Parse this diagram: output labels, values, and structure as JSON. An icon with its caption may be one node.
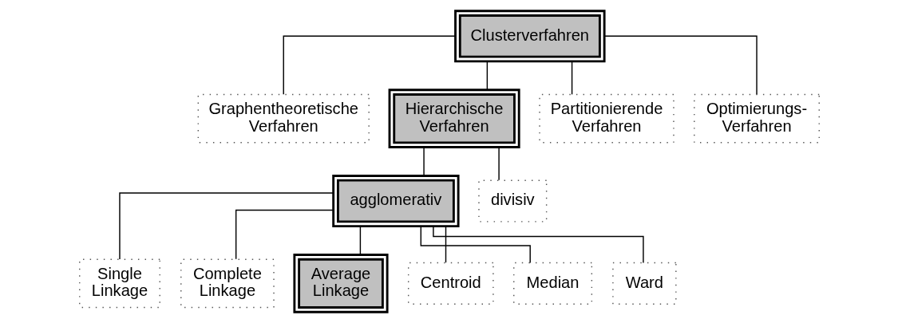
{
  "diagram": {
    "nodes": [
      {
        "text": [
          "Clusterverfahren"
        ]
      },
      {
        "text": [
          "Graphentheoretische Verfahren"
        ]
      },
      {
        "text": [
          "Hierarchische Verfahren"
        ]
      },
      {
        "text": [
          "Partitionierende Verfahren"
        ]
      },
      {
        "text": [
          "Optimierungs- Verfahren"
        ]
      },
      {
        "text": [
          "agglomerativ"
        ]
      },
      {
        "text": [
          "divisiv"
        ]
      },
      {
        "text": [
          "Single Linkage"
        ]
      },
      {
        "text": [
          "Complete Linkage"
        ]
      },
      {
        "text": [
          "Average Linkage"
        ]
      },
      {
        "text": [
          "Centroid"
        ]
      },
      {
        "text": [
          "Median"
        ]
      },
      {
        "text": [
          "Ward"
        ]
      }
    ],
    "edges": [
      {
        "from": 0,
        "to": 1,
        "arrow": "none"
      },
      {
        "from": 0,
        "to": 2,
        "arrow": "none"
      },
      {
        "from": 0,
        "to": 3,
        "arrow": "none"
      },
      {
        "from": 0,
        "to": 4,
        "arrow": "none"
      },
      {
        "from": 2,
        "to": 5,
        "arrow": "none"
      },
      {
        "from": 2,
        "to": 6,
        "arrow": "none"
      },
      {
        "from": 5,
        "to": 7,
        "arrow": "none"
      },
      {
        "from": 5,
        "to": 8,
        "arrow": "none"
      },
      {
        "from": 5,
        "to": 9,
        "arrow": "none"
      },
      {
        "from": 5,
        "to": 10,
        "arrow": "none"
      },
      {
        "from": 5,
        "to": 11,
        "arrow": "none"
      },
      {
        "from": 5,
        "to": 12,
        "arrow": "none"
      }
    ]
  }
}
